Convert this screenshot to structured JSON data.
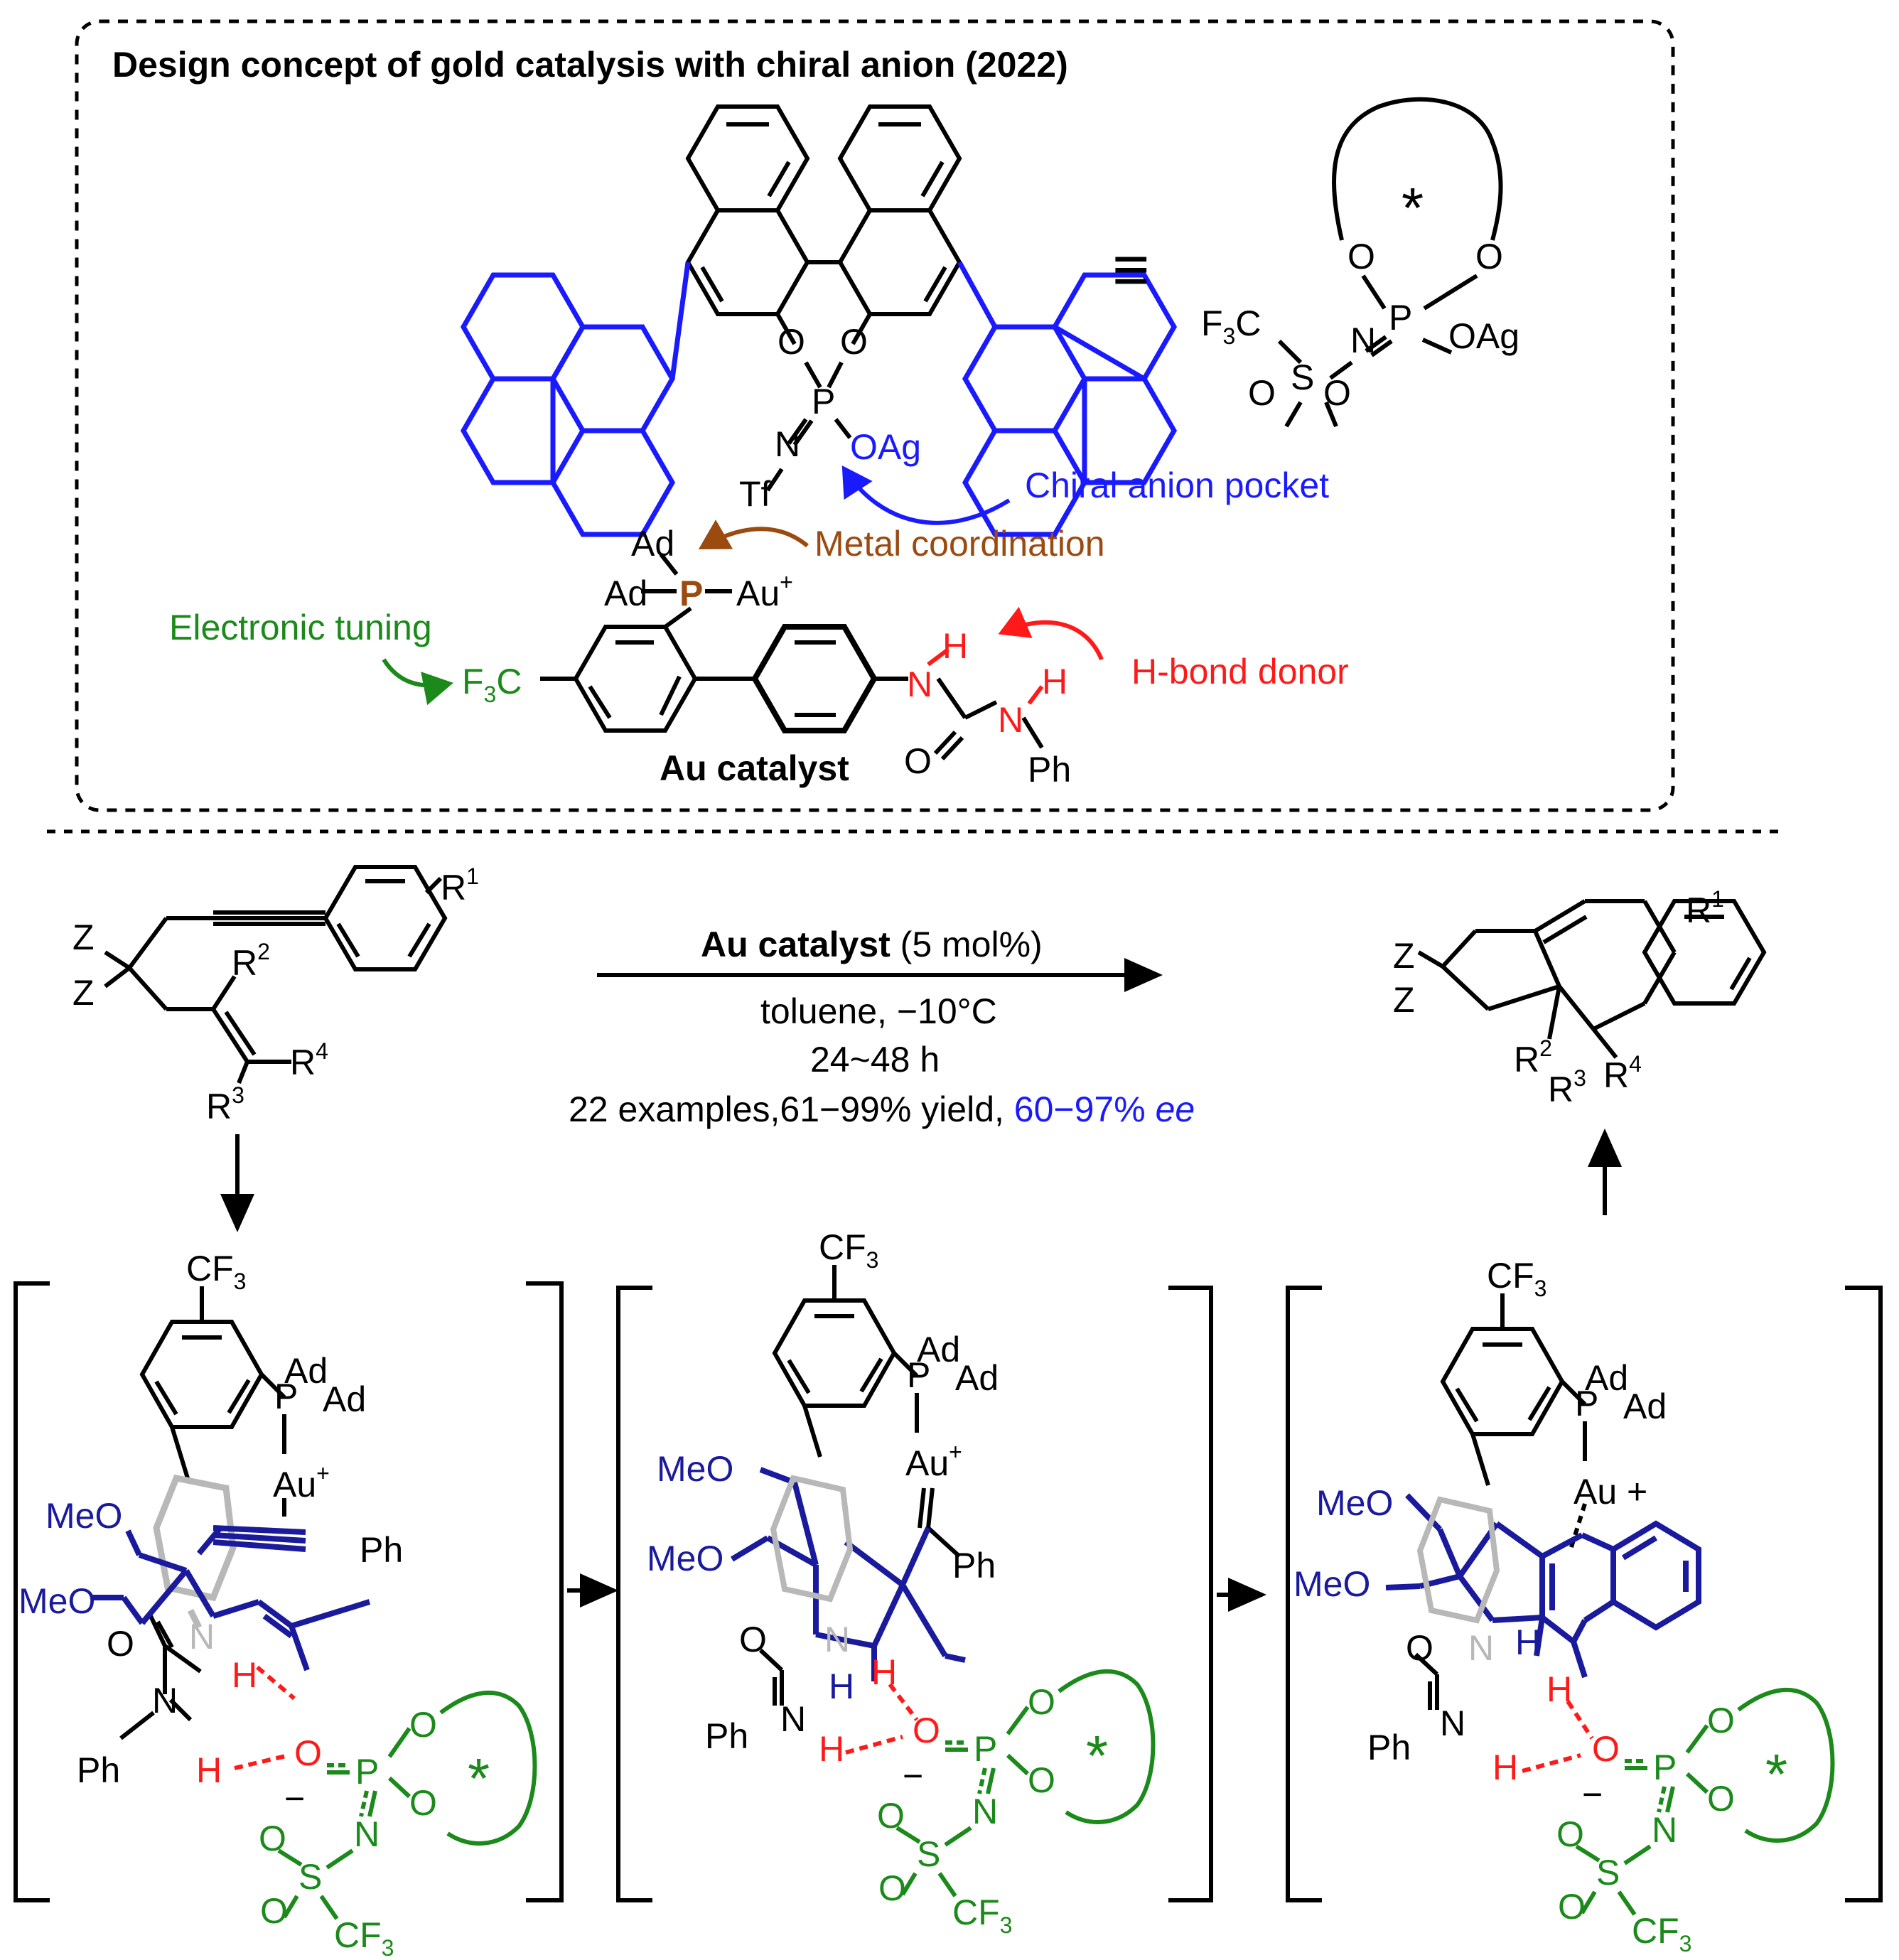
{
  "colors": {
    "black": "#000000",
    "blue": "#1a1aff",
    "darkblue": "#1a1a9c",
    "brown": "#9b4a10",
    "green": "#1b8a1b",
    "red": "#ff1a1a",
    "grey": "#b8b8b8"
  },
  "box": {
    "title": "Design concept of gold catalysis with chiral anion (2022)"
  },
  "anion": {
    "O_left": "O",
    "O_right": "O",
    "P": "P",
    "N": "N",
    "Tf": "Tf",
    "OAg": "OAg",
    "equiv": "≡"
  },
  "generic_anion": {
    "star": "*",
    "O1": "O",
    "O2": "O",
    "P": "P",
    "N": "N",
    "F3C": "F",
    "F3C_sub": "3",
    "F3C_C": "C",
    "S": "S",
    "O3": "O",
    "O4": "O",
    "OAg": "OAg"
  },
  "catalyst": {
    "Ad1": "Ad",
    "Ad2": "Ad",
    "P": "P",
    "Au": "Au",
    "Au_charge": "+",
    "F3C": "F",
    "F3C_sub": "3",
    "F3C_C": "C",
    "N1": "N",
    "H1": "H",
    "N2": "N",
    "H2": "H",
    "O": "O",
    "Ph": "Ph",
    "name": "Au catalyst"
  },
  "annotations": {
    "chiral_pocket": "Chiral anion pocket",
    "metal_coord": "Metal coordination",
    "electronic": "Electronic tuning",
    "hbond": "H-bond donor"
  },
  "reaction": {
    "Z1": "Z",
    "Z2": "Z",
    "R1": "R",
    "R1_sup": "1",
    "R2": "R",
    "R2_sup": "2",
    "R3": "R",
    "R3_sup": "3",
    "R4": "R",
    "R4_sup": "4",
    "catalyst_bold": "Au catalyst",
    "catalyst_load": " (5 mol%)",
    "cond1": "toluene, −10°C",
    "cond2": "24~48 h",
    "cond3_black": "22 examples,61−99% yield, ",
    "cond3_blue": "60−97% ",
    "cond3_ee": "ee"
  },
  "product": {
    "Z1": "Z",
    "Z2": "Z",
    "R1": "R",
    "R1_sup": "1",
    "R2": "R",
    "R2_sup": "2",
    "R3": "R",
    "R3_sup": "3",
    "R4": "R",
    "R4_sup": "4"
  },
  "intermediates": {
    "CF3": "CF",
    "CF3_sub": "3",
    "Ad1": "Ad",
    "Ad2": "Ad",
    "P": "P",
    "Au": "Au",
    "Au_charge": "+",
    "Ph_alkyne": "Ph",
    "MeO1": "MeO",
    "MeO2": "MeO",
    "N": "N",
    "H_N": "H",
    "O_urea": "O",
    "N_urea": "N",
    "Ph_urea": "Ph",
    "H_urea": "H",
    "H_amide": "H",
    "O_P": "O",
    "P_anion": "P",
    "O_ring1": "O",
    "O_ring2": "O",
    "star": "*",
    "N_anion": "N",
    "minus": "−",
    "S": "S",
    "O_s1": "O",
    "O_s2": "O",
    "CF3_anion": "CF",
    "CF3_anion_sub": "3",
    "H_ring": "H",
    "Au_plus_spaced": "Au +"
  }
}
